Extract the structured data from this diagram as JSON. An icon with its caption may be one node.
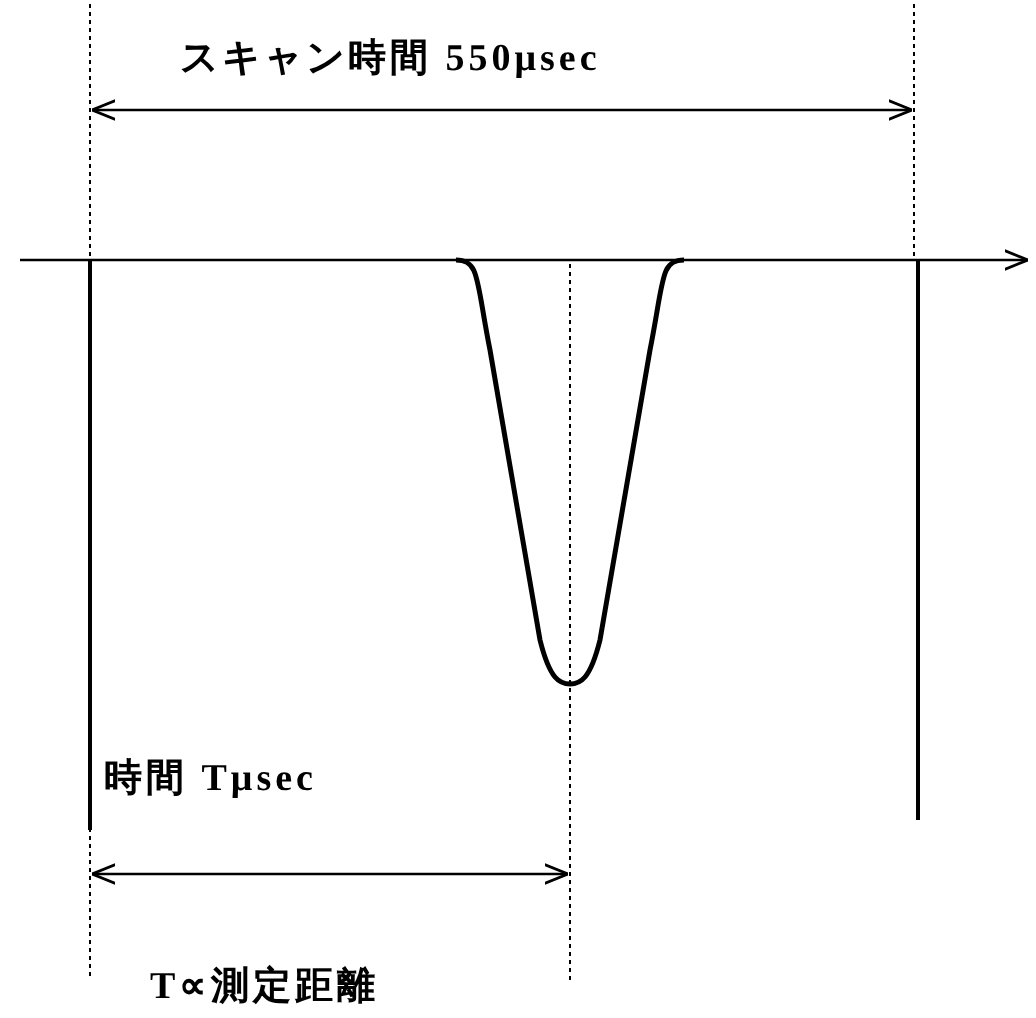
{
  "diagram": {
    "labels": [
      "スキャン時間 550μsec",
      "時間 Tμsec",
      "T∝測定距離"
    ]
  }
}
